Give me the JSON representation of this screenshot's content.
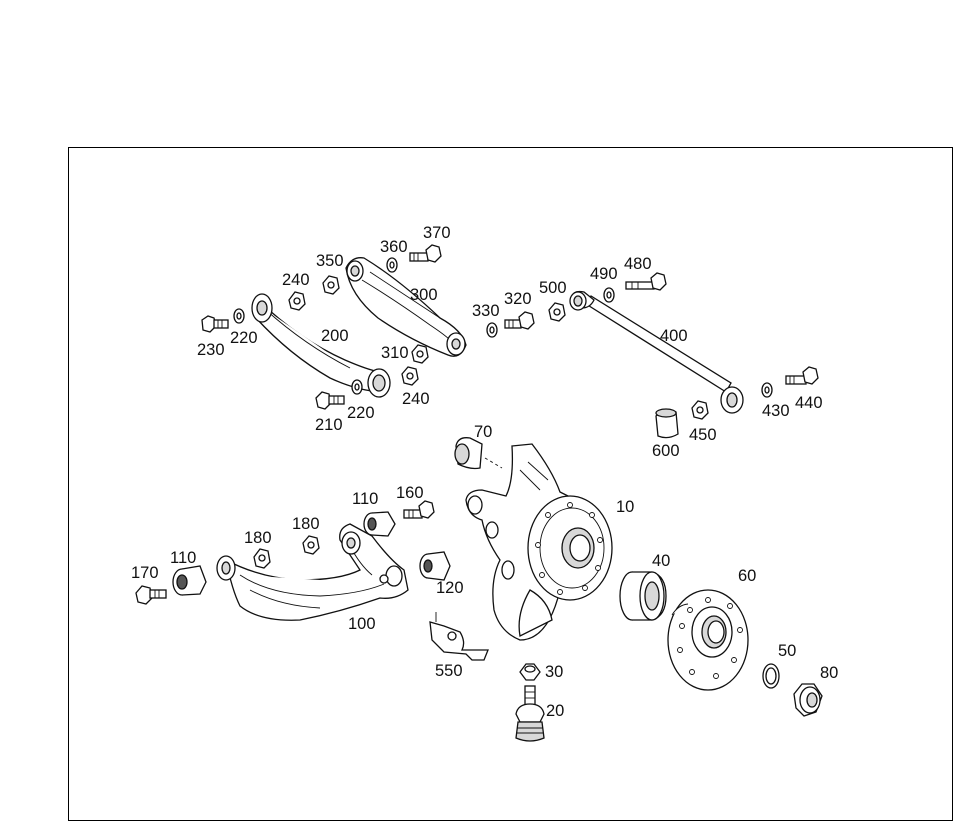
{
  "callouts": {
    "c10": "10",
    "c20": "20",
    "c30": "30",
    "c40": "40",
    "c50": "50",
    "c60": "60",
    "c70": "70",
    "c80": "80",
    "c100": "100",
    "c110a": "110",
    "c110b": "110",
    "c120": "120",
    "c160": "160",
    "c170": "170",
    "c180a": "180",
    "c180b": "180",
    "c200": "200",
    "c210": "210",
    "c220a": "220",
    "c220b": "220",
    "c230": "230",
    "c240a": "240",
    "c240b": "240",
    "c300": "300",
    "c310": "310",
    "c320": "320",
    "c330": "330",
    "c350": "350",
    "c360": "360",
    "c370": "370",
    "c400": "400",
    "c430": "430",
    "c440": "440",
    "c450": "450",
    "c480": "480",
    "c490": "490",
    "c500": "500",
    "c550": "550",
    "c600": "600"
  }
}
